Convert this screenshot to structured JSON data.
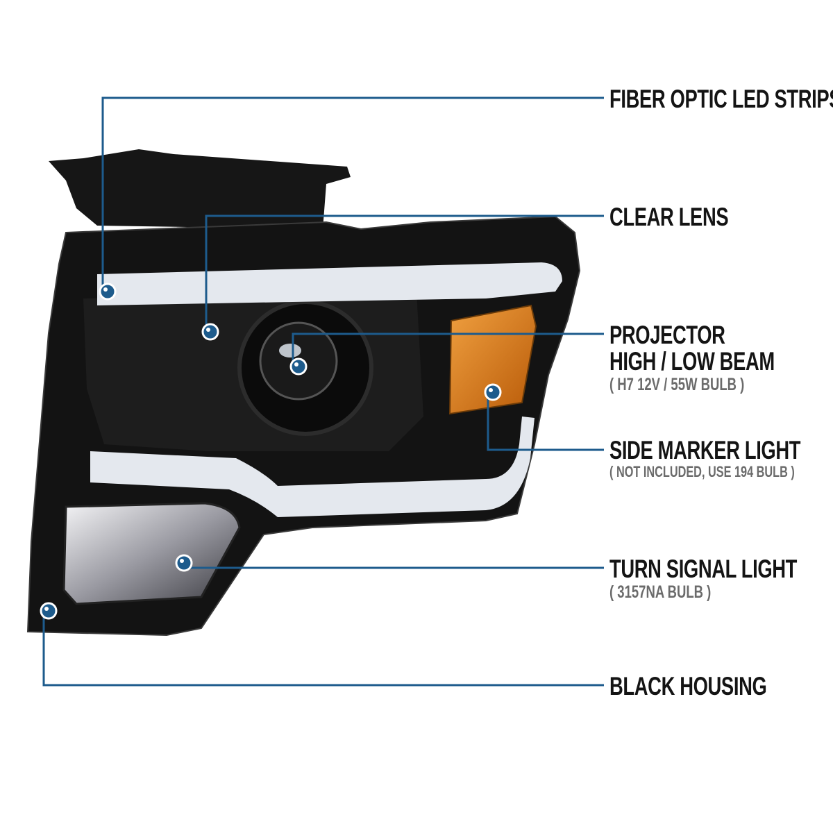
{
  "colors": {
    "callout_line": "#1d5b8c",
    "housing": "#111111",
    "amber": "#d9780f",
    "led_strip": "#e4e8ee"
  },
  "callouts": [
    {
      "title": "FIBER OPTIC LED STRIPS"
    },
    {
      "title": "CLEAR LENS"
    },
    {
      "title": "PROJECTOR",
      "title2": "HIGH / LOW BEAM",
      "note": "( H7  12V / 55W  BULB )"
    },
    {
      "title": "SIDE MARKER LIGHT",
      "note": "( NOT INCLUDED, USE  194  BULB )"
    },
    {
      "title": "TURN SIGNAL LIGHT",
      "note": "( 3157NA  BULB )"
    },
    {
      "title": "BLACK HOUSING"
    }
  ]
}
